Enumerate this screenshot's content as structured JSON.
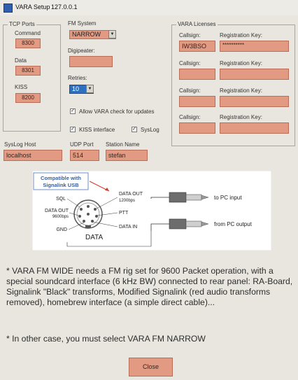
{
  "window": {
    "title": "VARA Setup",
    "ip": "127.0.0.1"
  },
  "tcp_ports": {
    "legend": "TCP Ports",
    "command_label": "Command",
    "command_value": "8300",
    "data_label": "Data",
    "data_value": "8301",
    "kiss_label": "KISS",
    "kiss_value": "8200"
  },
  "fm_system": {
    "legend": "FM System",
    "mode_value": "NARROW",
    "digipeater_label": "Digipeater:",
    "digipeater_value": "",
    "retries_label": "Retries:",
    "retries_value": "10"
  },
  "licenses": {
    "legend": "VARA Licenses",
    "items": [
      {
        "callsign_label": "Callsign:",
        "callsign_value": "IW3BSO",
        "regkey_label": "Registration Key:",
        "regkey_value": "**********"
      },
      {
        "callsign_label": "Callsign:",
        "callsign_value": "",
        "regkey_label": "Registration Key:",
        "regkey_value": ""
      },
      {
        "callsign_label": "Callsign:",
        "callsign_value": "",
        "regkey_label": "Registration Key:",
        "regkey_value": ""
      },
      {
        "callsign_label": "Callsign:",
        "callsign_value": "",
        "regkey_label": "Registration Key:",
        "regkey_value": ""
      }
    ]
  },
  "options": {
    "allow_updates_label": "Allow VARA check for updates",
    "allow_updates_checked": true,
    "kiss_interface_label": "KISS interface",
    "kiss_interface_checked": true,
    "syslog_label": "SysLog",
    "syslog_checked": true
  },
  "syslog_host": {
    "label": "SysLog Host",
    "value": "localhost"
  },
  "udp_port": {
    "label": "UDP Port",
    "value": "514"
  },
  "station_name": {
    "label": "Station Name",
    "value": "stefan"
  },
  "diagram": {
    "compat_line1": "Compatible with",
    "compat_line2": "Signalink USB",
    "sql": "SQL",
    "data_out_left_1": "DATA OUT",
    "data_out_left_2": "9600bps",
    "gnd": "GND",
    "data_out_right_1": "DATA OUT",
    "data_out_right_2": "1200bps",
    "ptt": "PTT",
    "data_in": "DATA IN",
    "data": "DATA",
    "to_pc": "to PC input",
    "from_pc": "from PC output"
  },
  "notes": {
    "note1": "* VARA FM WIDE needs a FM rig set for 9600 Packet operation, with a special soundcard interface (6 kHz BW) connected to rear panel: RA-Board, Signalink \"Black\" transforms,  Modified Signalink (red audio transforms removed),  homebrew interface (a simple direct cable)...",
    "note2": "* In other case, you must select VARA FM NARROW"
  },
  "close_label": "Close"
}
